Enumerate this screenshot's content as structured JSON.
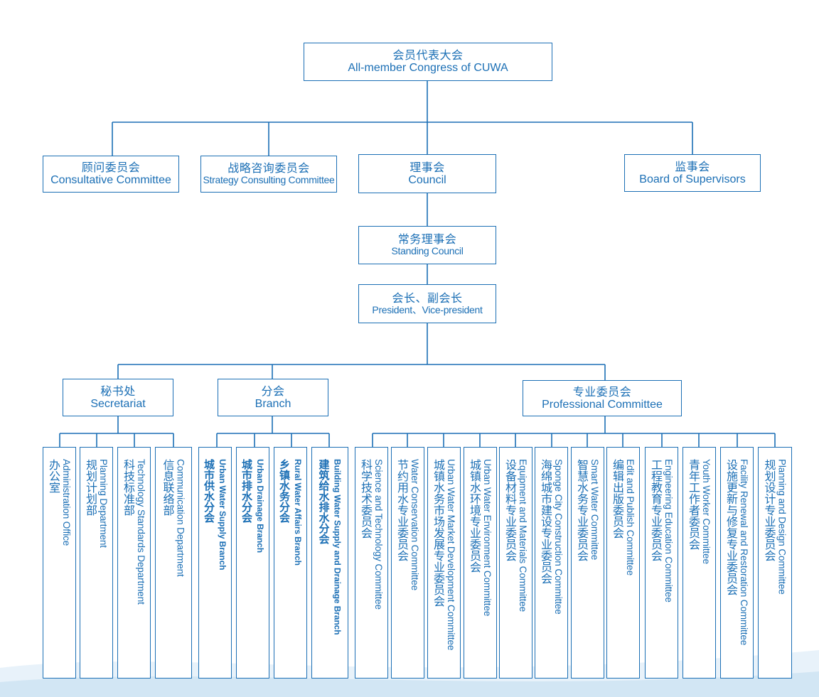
{
  "colors": {
    "line": "#1b6fb5",
    "text": "#1b6fb5",
    "background": "#ffffff",
    "wave": "#d6e8f5"
  },
  "top": {
    "zh": "会员代表大会",
    "en": "All-member Congress of CUWA"
  },
  "consultative": {
    "zh": "顾问委员会",
    "en": "Consultative Committee"
  },
  "strategy": {
    "zh": "战略咨询委员会",
    "en": "Strategy Consulting Committee"
  },
  "council": {
    "zh": "理事会",
    "en": "Council"
  },
  "supervisors": {
    "zh": "监事会",
    "en": "Board of Supervisors"
  },
  "standing": {
    "zh": "常务理事会",
    "en": "Standing Council"
  },
  "president": {
    "zh": "会长、副会长",
    "en": "President、Vice-president"
  },
  "secretariat": {
    "zh": "秘书处",
    "en": "Secretariat"
  },
  "branch": {
    "zh": "分会",
    "en": "Branch"
  },
  "professional": {
    "zh": "专业委员会",
    "en": "Professional Committee"
  },
  "secretariat_units": [
    {
      "zh": "办公室",
      "en": "Administration Office"
    },
    {
      "zh": "规划计划部",
      "en": "Planning Department"
    },
    {
      "zh": "科技标准部",
      "en": "Technology Standards Department"
    },
    {
      "zh": "信息联络部",
      "en": "Communication Department"
    }
  ],
  "branch_units": [
    {
      "zh": "城市供水分会",
      "en": "Urban Water Supply Branch"
    },
    {
      "zh": "城市排水分会",
      "en": "Urban Drainage Branch"
    },
    {
      "zh": "乡镇水务分会",
      "en": "Rural Water Affairs Branch"
    },
    {
      "zh": "建筑给水排水分会",
      "en": "Building Water Supply and Drainage Branch"
    }
  ],
  "committee_units": [
    {
      "zh": "科学技术委员会",
      "en": "Science and Technology Committee"
    },
    {
      "zh": "节约用水专业委员会",
      "en": "Water Conservation Committee"
    },
    {
      "zh": "城镇水务市场发展专业委员会",
      "en": "Urban Water Market Development Committee"
    },
    {
      "zh": "城镇水环境专业委员会",
      "en": "Urban Water Environment Committee"
    },
    {
      "zh": "设备材料专业委员会",
      "en": "Equipment and Materials Committee"
    },
    {
      "zh": "海绵城市建设专业委员会",
      "en": "Sponge City Construction Committee"
    },
    {
      "zh": "智慧水务专业委员会",
      "en": "Smart Water Committee"
    },
    {
      "zh": "编辑出版委员会",
      "en": "Edit and Publish Committee"
    },
    {
      "zh": "工程教育专业委员会",
      "en": "Engineering Education Committee"
    },
    {
      "zh": "青年工作者委员会",
      "en": "Youth Worker Committee"
    },
    {
      "zh": "设施更新与修复专业委员会",
      "en": "Facility Renewal and Restoration Committee"
    },
    {
      "zh": "规划设计专业委员会",
      "en": "Planning and Design Committee"
    }
  ]
}
